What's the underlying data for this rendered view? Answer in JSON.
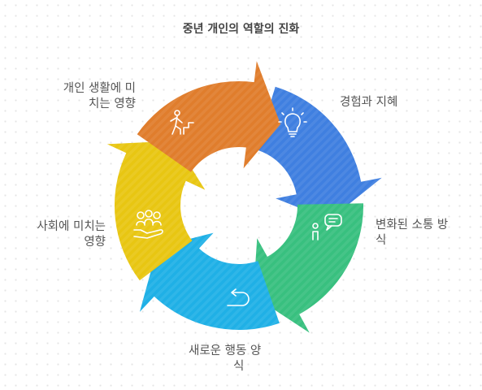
{
  "title": "중년 개인의 역할의 진화",
  "segments": [
    {
      "label_lines": [
        "경험과 지혜"
      ],
      "color": "#3f7fe0",
      "icon": "lightbulb-icon"
    },
    {
      "label_lines": [
        "변화된 소통 방",
        "식"
      ],
      "color": "#38c07f",
      "icon": "person-speech-icon"
    },
    {
      "label_lines": [
        "새로운 행동 양",
        "식"
      ],
      "color": "#1fb0e6",
      "icon": "redirect-arrow-icon"
    },
    {
      "label_lines": [
        "사회에 미치는",
        "영향"
      ],
      "color": "#e8c612",
      "icon": "community-hand-icon"
    },
    {
      "label_lines": [
        "개인 생활에 미",
        "치는 영향"
      ],
      "color": "#e07d2c",
      "icon": "person-walking-icon"
    }
  ]
}
